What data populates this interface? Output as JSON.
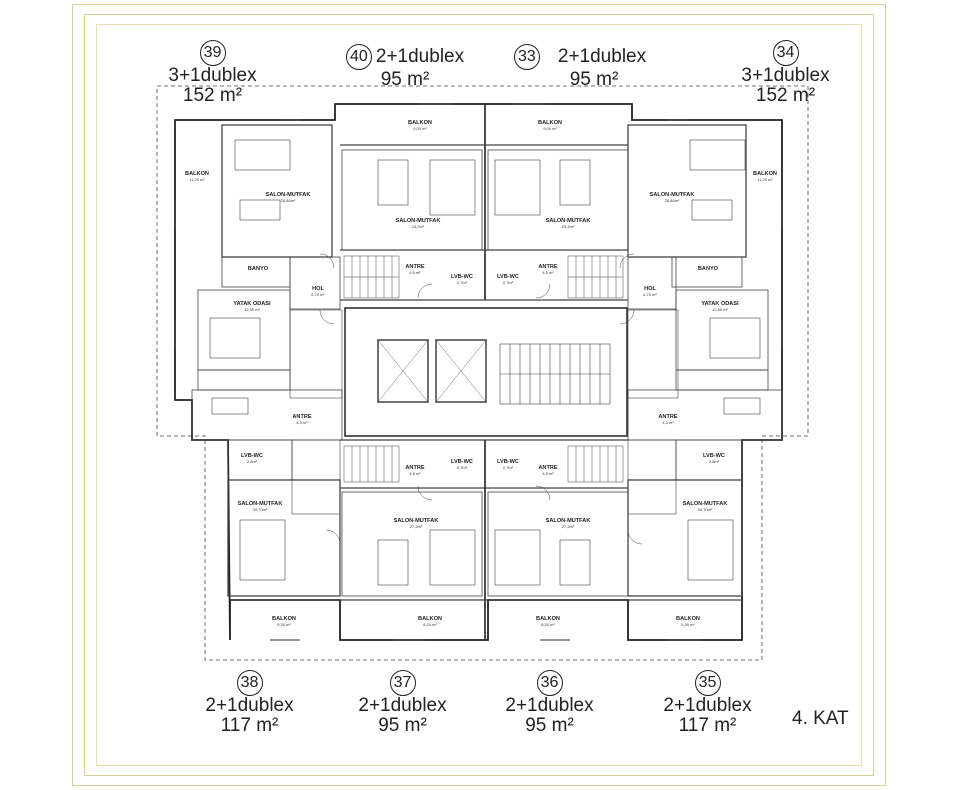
{
  "floor_label": "4. KAT",
  "units": [
    {
      "id": "u39",
      "number": "39",
      "type": "3+1dublex",
      "area": "152 m²"
    },
    {
      "id": "u40",
      "number": "40",
      "type": "2+1dublex",
      "area": "95 m²"
    },
    {
      "id": "u33",
      "number": "33",
      "type": "2+1dublex",
      "area": "95 m²"
    },
    {
      "id": "u34",
      "number": "34",
      "type": "3+1dublex",
      "area": "152 m²"
    },
    {
      "id": "u38",
      "number": "38",
      "type": "2+1dublex",
      "area": "117 m²"
    },
    {
      "id": "u37",
      "number": "37",
      "type": "2+1dublex",
      "area": "95 m²"
    },
    {
      "id": "u36",
      "number": "36",
      "type": "2+1dublex",
      "area": "95 m²"
    },
    {
      "id": "u35",
      "number": "35",
      "type": "2+1dublex",
      "area": "117 m²"
    }
  ],
  "rooms": [
    {
      "name": "BALKON",
      "area": "9,00 m²"
    },
    {
      "name": "BALKON",
      "area": "9,00 m²"
    },
    {
      "name": "BALKON",
      "area": "11,20 m²"
    },
    {
      "name": "BALKON",
      "area": "11,20 m²"
    },
    {
      "name": "SALON-MUTFAK",
      "area": "25,80m²"
    },
    {
      "name": "SALON-MUTFAK",
      "area": "25,80m²"
    },
    {
      "name": "SALON-MUTFAK",
      "area": "23,2m²"
    },
    {
      "name": "SALON-MUTFAK",
      "area": "23,2m²"
    },
    {
      "name": "BANYO",
      "area": ""
    },
    {
      "name": "BANYO",
      "area": ""
    },
    {
      "name": "HOL",
      "area": "6,70 m²"
    },
    {
      "name": "HOL",
      "area": "6,70 m²"
    },
    {
      "name": "YATAK ODASI",
      "area": "12,50 m²"
    },
    {
      "name": "YATAK ODASI",
      "area": "12,50 m²"
    },
    {
      "name": "ANTRE",
      "area": "4,5 m²"
    },
    {
      "name": "ANTRE",
      "area": "4,5 m²"
    },
    {
      "name": "LVB-WC",
      "area": "2,7m²"
    },
    {
      "name": "LVB-WC",
      "area": "2,7m²"
    },
    {
      "name": "ANTRE",
      "area": "4,3 m²"
    },
    {
      "name": "ANTRE",
      "area": "4,3 m²"
    },
    {
      "name": "LVB-WC",
      "area": "2,8m²"
    },
    {
      "name": "LVB-WC",
      "area": "2,8m²"
    },
    {
      "name": "ANTRE",
      "area": "4,5 m²"
    },
    {
      "name": "ANTRE",
      "area": "4,5 m²"
    },
    {
      "name": "LVB-WC",
      "area": "2,7m²"
    },
    {
      "name": "LVB-WC",
      "area": "2,7m²"
    },
    {
      "name": "SALON-MUTFAK",
      "area": "34,70m²"
    },
    {
      "name": "SALON-MUTFAK",
      "area": "34,70m²"
    },
    {
      "name": "SALON-MUTFAK",
      "area": "27,2m²"
    },
    {
      "name": "SALON-MUTFAK",
      "area": "27,2m²"
    },
    {
      "name": "BALKON",
      "area": "5,30 m²"
    },
    {
      "name": "BALKON",
      "area": "8,20 m²"
    },
    {
      "name": "BALKON",
      "area": "8,20 m²"
    },
    {
      "name": "BALKON",
      "area": "5,30 m²"
    }
  ]
}
